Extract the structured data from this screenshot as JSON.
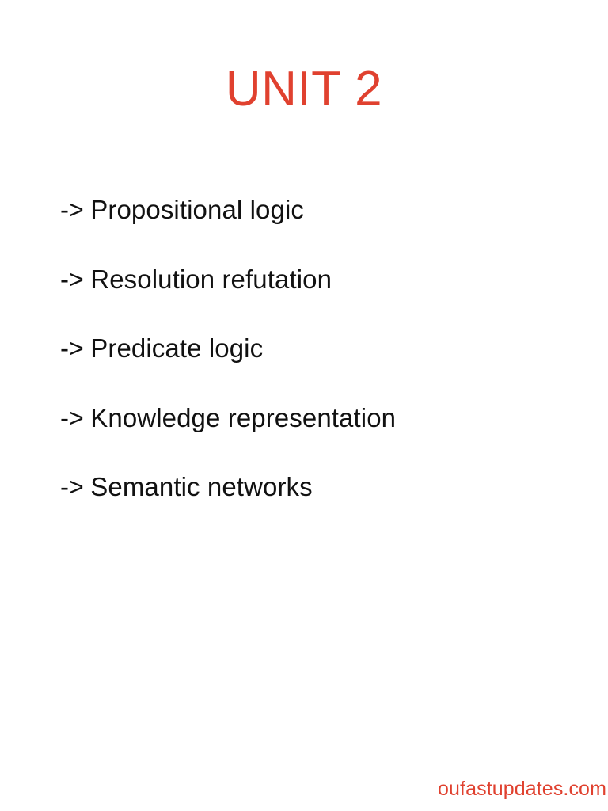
{
  "document": {
    "background_color": "#ffffff",
    "title": "UNIT 2",
    "title_color": "#e0412f",
    "body_text_color": "#111111"
  },
  "topics": {
    "marker": "->",
    "items": [
      {
        "marker": "->",
        "label": "Propositional logic"
      },
      {
        "marker": "->",
        "label": "Resolution refutation"
      },
      {
        "marker": "->",
        "label": "Predicate logic"
      },
      {
        "marker": "->",
        "label": "Knowledge representation"
      },
      {
        "marker": "->",
        "label": "Semantic networks"
      }
    ]
  },
  "footer": {
    "watermark": "oufastupdates.com",
    "watermark_color": "#e0412f"
  }
}
